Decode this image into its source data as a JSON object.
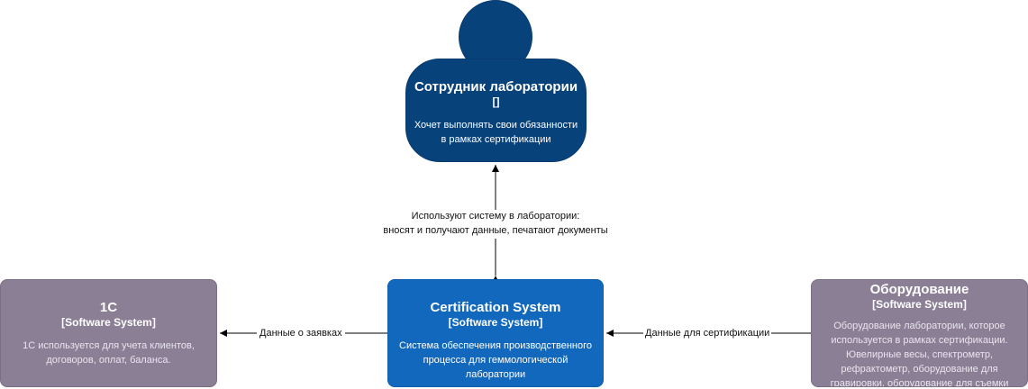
{
  "colors": {
    "person": "#08427b",
    "internal_system": "#1168bd",
    "external_system": "#8b7f96",
    "line": "#000000"
  },
  "person": {
    "name": "Сотрудник лаборатории",
    "tag": "[]",
    "description": "Хочет выполнять свои обязанности в рамках сертификации"
  },
  "main_system": {
    "name": "Certification System",
    "tag": "[Software System]",
    "description": "Система обеспечения производственного процесса для геммологической лаборатории"
  },
  "external_1c": {
    "name": "1C",
    "tag": "[Software System]",
    "description": "1С используется для учета клиентов, договоров, оплат, баланса."
  },
  "external_equipment": {
    "name": "Оборудование",
    "tag": "[Software System]",
    "description": "Оборудование лаборатории, которое используется в рамках сертификации. Ювелирные весы, спектрометр, рефрактометр, оборудование для гравировки, оборудование для съемки"
  },
  "relationships": {
    "person_system_line1": "Используют систему в лаборатории:",
    "person_system_line2": "вносят и получают данные, печатают документы",
    "system_to_1c": "Данные о заявках",
    "equipment_to_system": "Данные для сертификации"
  }
}
